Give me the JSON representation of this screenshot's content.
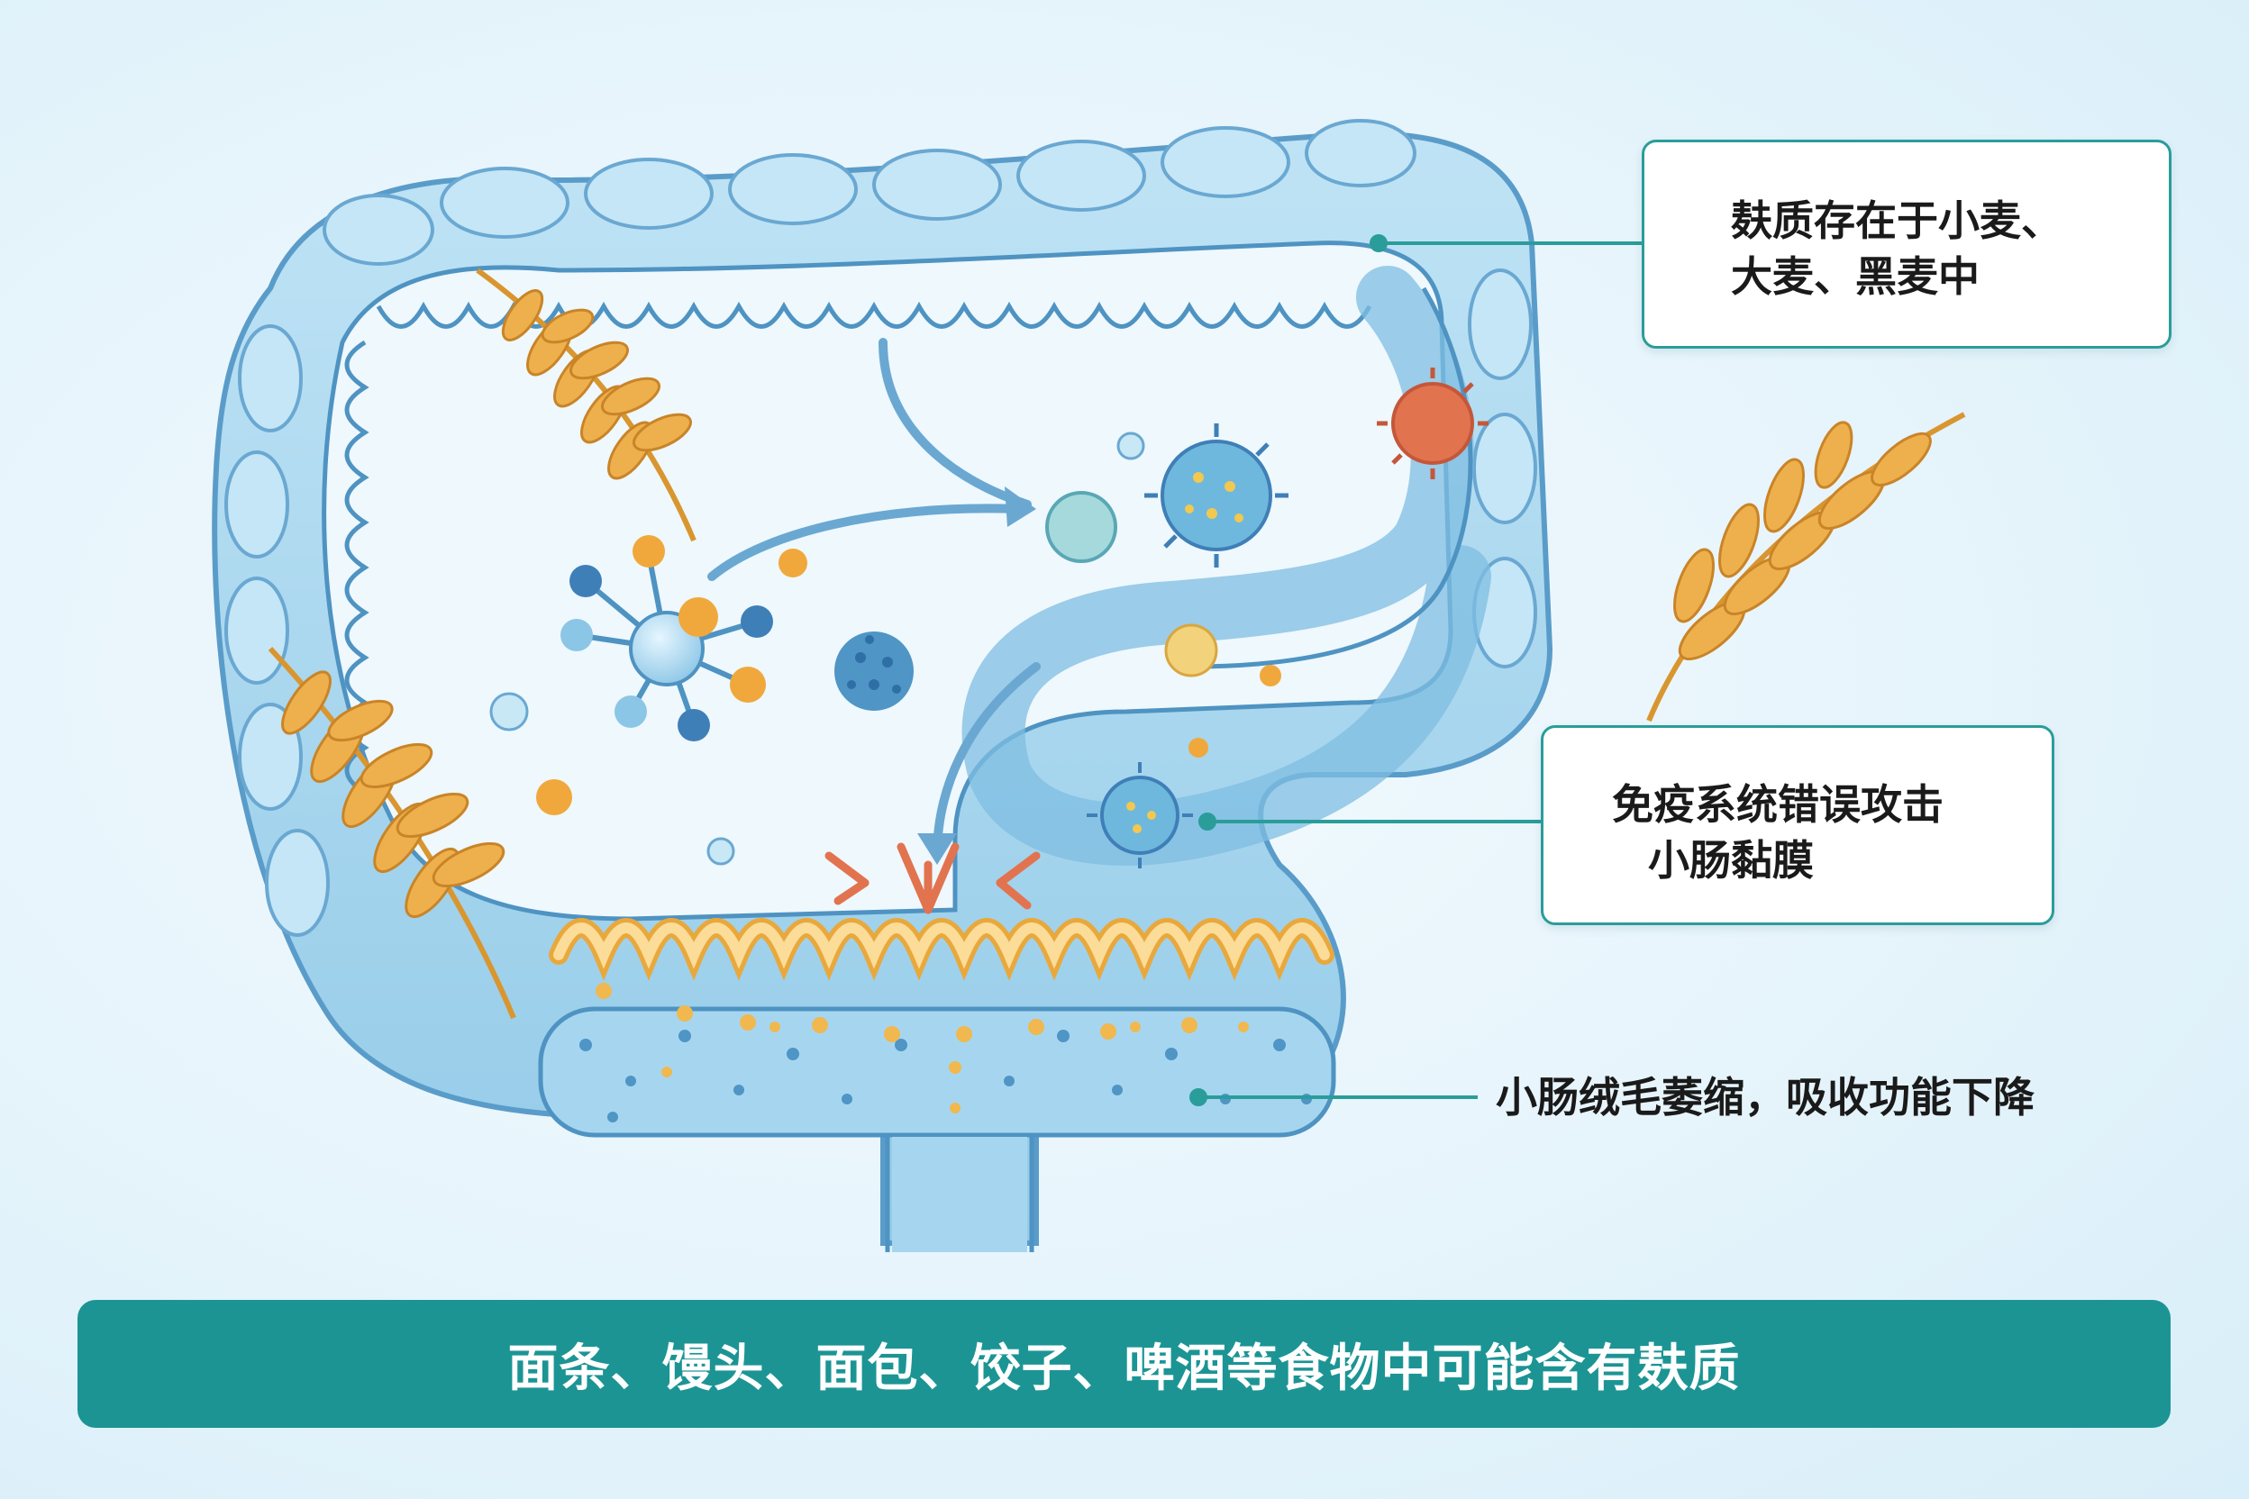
{
  "callouts": {
    "gluten_source": [
      "麸质存在于小麦、",
      "大麦、黑麦中"
    ],
    "immune_attack": [
      "免疫系统错误攻击",
      "小肠黏膜"
    ],
    "villi_atrophy": "小肠绒毛萎缩，吸收功能下降"
  },
  "footer": {
    "text": "面条、馒头、面包、饺子、啤酒等食物中可能含有麸质"
  },
  "colors": {
    "intestine": "#a9d8f0",
    "intestine_outline": "#5a9cc9",
    "villi": "#f2c46a",
    "wheat": "#e9a83c",
    "teal_accent": "#2a9d9a",
    "virus_red": "#e2734f",
    "footer_bg": "#1c9494"
  },
  "icons": [
    "wheat-stalk-icon",
    "virus-icon",
    "molecule-icon",
    "arrow-icon",
    "inflammation-icon"
  ]
}
